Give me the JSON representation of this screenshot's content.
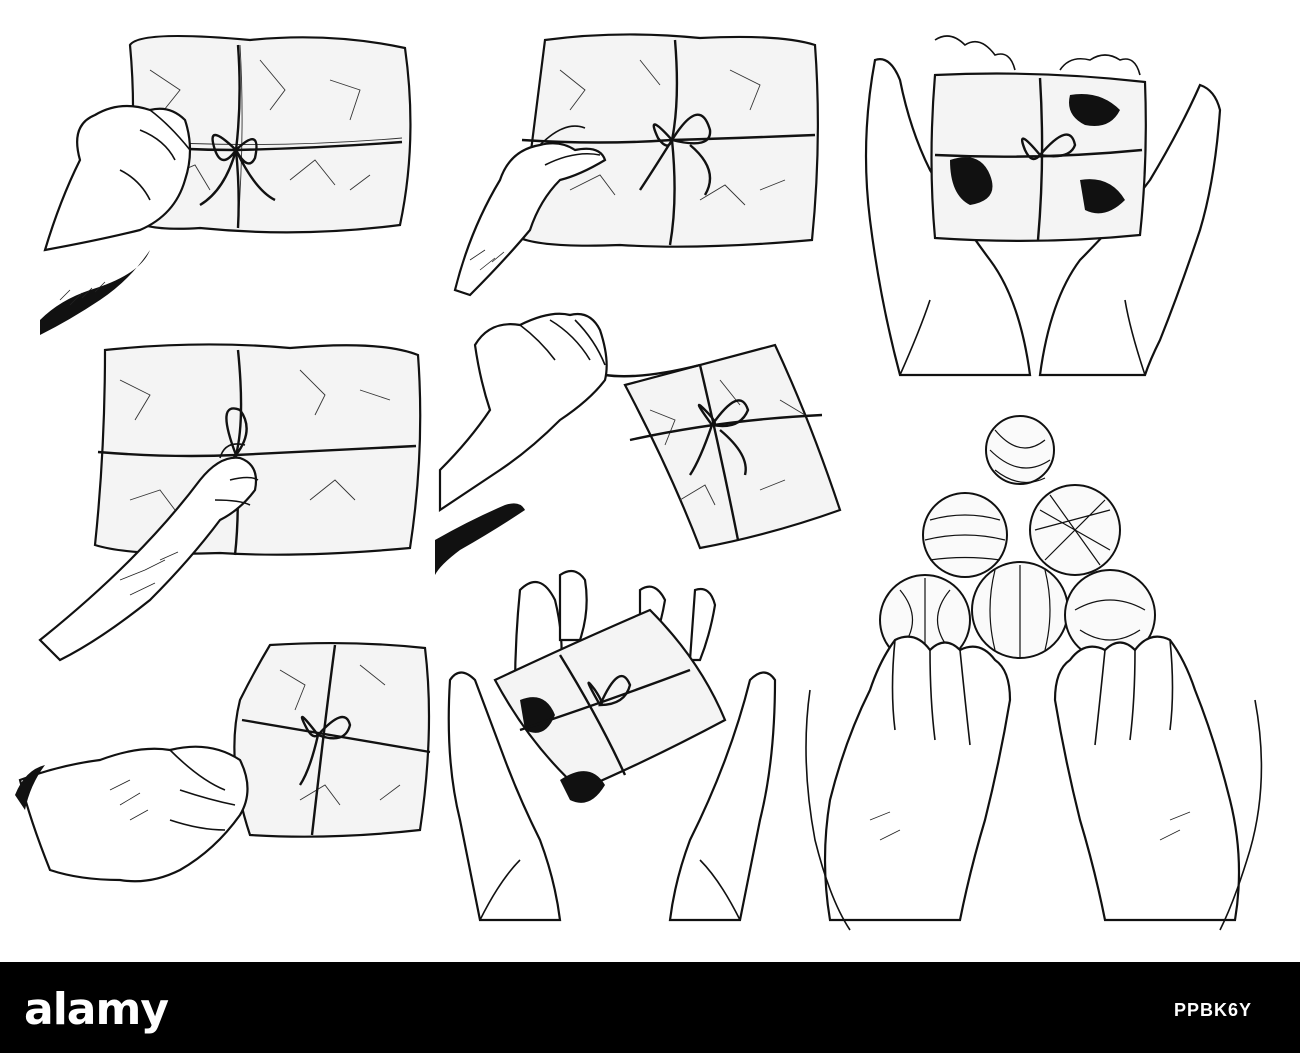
{
  "footer": {
    "logo_text": "alamy",
    "image_id": "PPBK6Y",
    "background": "#000000",
    "text_color": "#ffffff"
  },
  "artwork": {
    "style": "black-ink line drawing on white",
    "panels": [
      {
        "subject": "hand-tying-parcel-bow-icon"
      },
      {
        "subject": "hand-holding-parcel-icon"
      },
      {
        "subject": "cupped-hands-parcel-icon"
      },
      {
        "subject": "hand-tying-twine-icon"
      },
      {
        "subject": "hand-pulling-twine-icon"
      },
      {
        "subject": "hand-holding-tilted-parcel-icon"
      },
      {
        "subject": "open-palms-parcel-icon"
      },
      {
        "subject": "hands-holding-christmas-baubles-icon"
      }
    ]
  }
}
